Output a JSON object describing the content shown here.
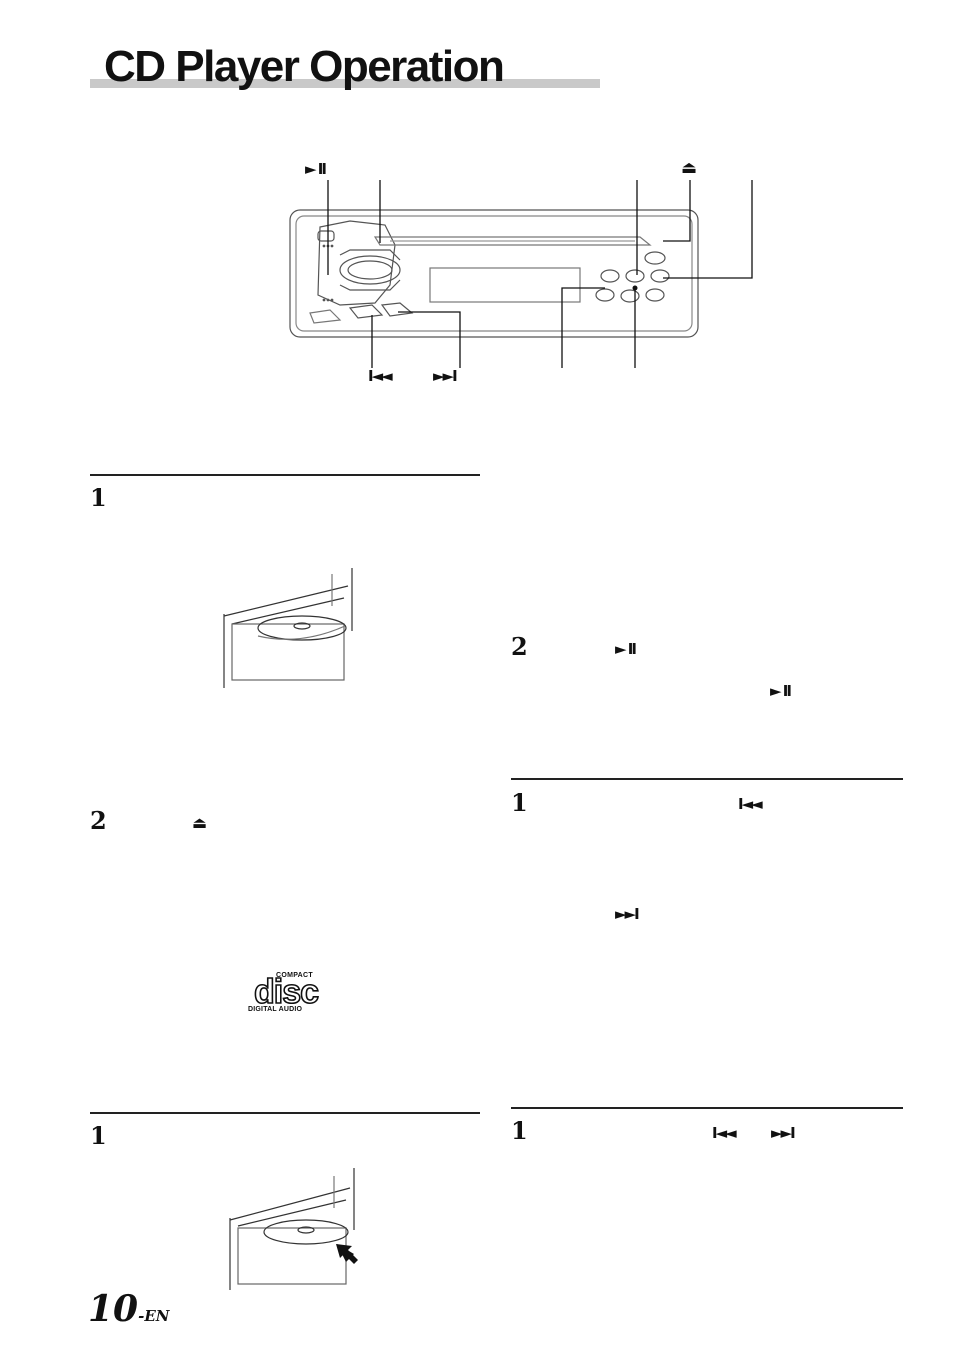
{
  "page": {
    "title": "CD Player Operation",
    "page_number": "10",
    "page_suffix": "-EN"
  },
  "diagram": {
    "labels": {
      "play_pause": "► II",
      "eject": "⏏",
      "prev": "I◄◄",
      "next": "►►I"
    }
  },
  "left_column": {
    "section1": {
      "step1": "1",
      "step2": "2",
      "eject_glyph": "⏏"
    },
    "section2": {
      "step1": "1"
    },
    "logo": {
      "top": "COMPACT",
      "main": "disc",
      "bottom": "DIGITAL AUDIO"
    }
  },
  "right_column": {
    "section1": {
      "step2": "2",
      "glyph_a": "► II",
      "glyph_b": "► II"
    },
    "section2": {
      "step1": "1",
      "glyph_a": "I◄◄",
      "glyph_b": "►►I"
    },
    "section3": {
      "step1": "1",
      "glyph_a": "I◄◄",
      "glyph_b": "►►I"
    }
  }
}
